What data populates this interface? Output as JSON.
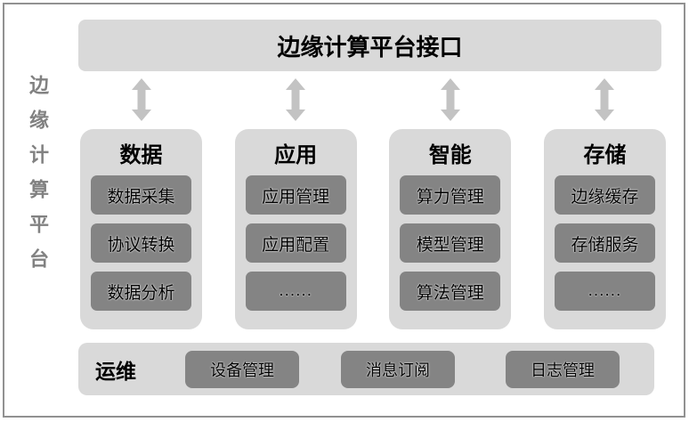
{
  "side_label": "边缘计算平台",
  "top_bar": {
    "title": "边缘计算平台接口"
  },
  "columns": [
    {
      "header": "数据",
      "items": [
        "数据采集",
        "协议转换",
        "数据分析"
      ]
    },
    {
      "header": "应用",
      "items": [
        "应用管理",
        "应用配置",
        "......"
      ]
    },
    {
      "header": "智能",
      "items": [
        "算力管理",
        "模型管理",
        "算法管理"
      ]
    },
    {
      "header": "存储",
      "items": [
        "边缘缓存",
        "存储服务",
        "......"
      ]
    }
  ],
  "bottom_bar": {
    "label": "运维",
    "buttons": [
      "设备管理",
      "消息订阅",
      "日志管理"
    ]
  },
  "icons": {
    "arrow": "double-headed-vertical-arrow"
  },
  "colors": {
    "container_light_gray": "#d9d9d9",
    "item_dark_gray": "#848484",
    "arrow_gray": "#c3c3c3",
    "border_gray": "#919191",
    "side_text_gray": "#818181",
    "text_black": "#000000"
  }
}
